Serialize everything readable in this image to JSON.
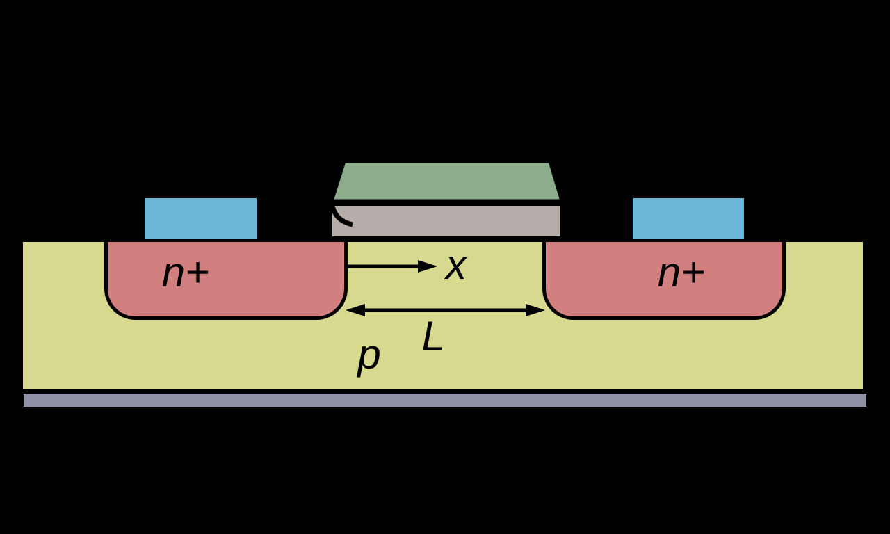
{
  "diagram": {
    "regions": {
      "source_label": "n+",
      "drain_label": "n+",
      "body_label": "p"
    },
    "annotations": {
      "x_axis_label": "x",
      "channel_length_label": "L"
    },
    "icons": [
      "x-axis-arrow-icon",
      "channel-length-double-arrow-icon",
      "oxide-callout-arc-icon"
    ],
    "colors": {
      "background": "#000000",
      "substrate": "#d7d98e",
      "n_region": "#d27f80",
      "metal_contact": "#6bb7d9",
      "gate_electrode": "#8cac8b",
      "gate_oxide": "#b4adaa",
      "body_contact": "#9092a7",
      "line": "#000000"
    }
  }
}
